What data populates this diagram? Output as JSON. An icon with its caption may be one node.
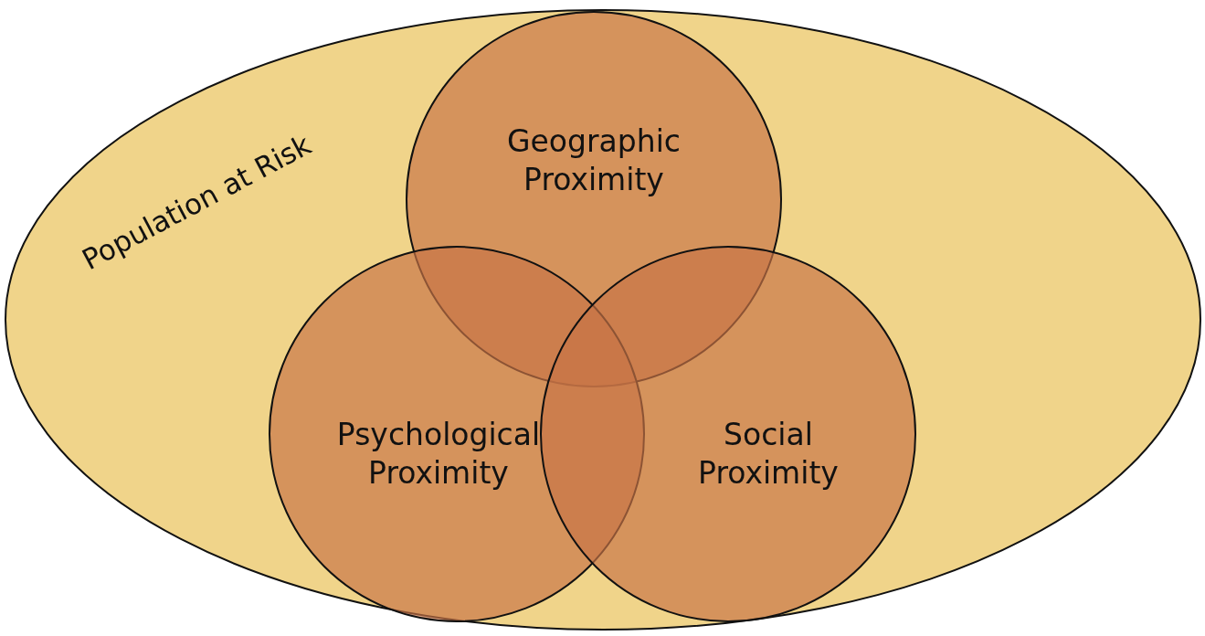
{
  "diagram": {
    "nodes": [
      {
        "text": [
          "Population at Risk"
        ]
      },
      {
        "text": [
          "Geographic Proximity"
        ],
        "in": 0
      },
      {
        "text": [
          "Psychological Proximity"
        ],
        "in": 0
      },
      {
        "text": [
          "Social Proximity"
        ],
        "in": 0
      }
    ],
    "edges": []
  }
}
